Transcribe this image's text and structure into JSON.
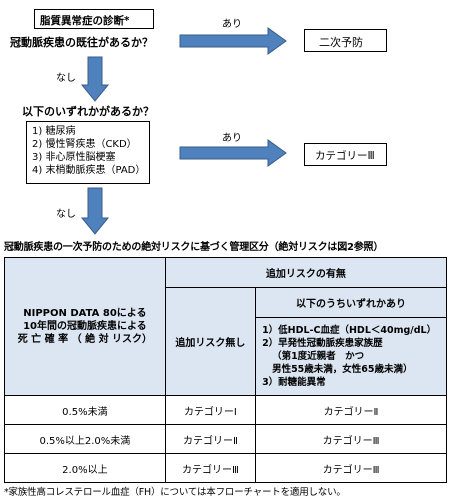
{
  "title_box": "脂質異常症の診断*",
  "q1": "冠動脈疾患の既往があるか？",
  "arrow1_label": "あり",
  "secondary_box": "二次予防",
  "no1_label": "なし",
  "q2": "以下のいずれかがあるか？",
  "conditions": [
    "1) 糖尿病",
    "2) 慢性腎疾患（CKD）",
    "3) 非心原性脳梗塞",
    "4) 末梢動脈疾患（PAD）"
  ],
  "arrow2_label": "あり",
  "category3_box": "カテゴリーⅢ",
  "no2_label": "なし",
  "table_title": "冠動脈疾患の一次予防のための絶対リスクに基づく管理区分（絶対リスクは図2参照）",
  "table": {
    "corner_line1": "NIPPON DATA 80による",
    "corner_line2": "10年間の冠動脈疾患による",
    "corner_line3": "死 亡 確 率 （ 絶 対 リスク）",
    "additional_risk_header": "追加リスクの有無",
    "no_risk_header": "追加リスク無し",
    "any_risk_header": "以下のうちいずれかあり",
    "risk_list": [
      "1）低HDL-C血症（HDL＜40mg/dL）",
      "2）早発性冠動脈疾患家族歴",
      "（第1度近親者　かつ",
      "男性55歳未満，女性65歳未満）",
      "3）耐糖能異常"
    ],
    "rows": [
      {
        "risk": "0.5%未満",
        "no_risk": "カテゴリーⅠ",
        "any_risk": "カテゴリーⅡ"
      },
      {
        "risk": "0.5%以上2.0%未満",
        "no_risk": "カテゴリーⅡ",
        "any_risk": "カテゴリーⅢ"
      },
      {
        "risk": "2.0%以上",
        "no_risk": "カテゴリーⅢ",
        "any_risk": "カテゴリーⅢ"
      }
    ]
  },
  "footnote": "*家族性高コレステロール血症（FH）については本フローチャートを適用しない。",
  "colors": {
    "arrow_fill": "#4f81bd",
    "arrow_stroke": "#385d8a",
    "table_header_bg": "#dce6f2"
  }
}
